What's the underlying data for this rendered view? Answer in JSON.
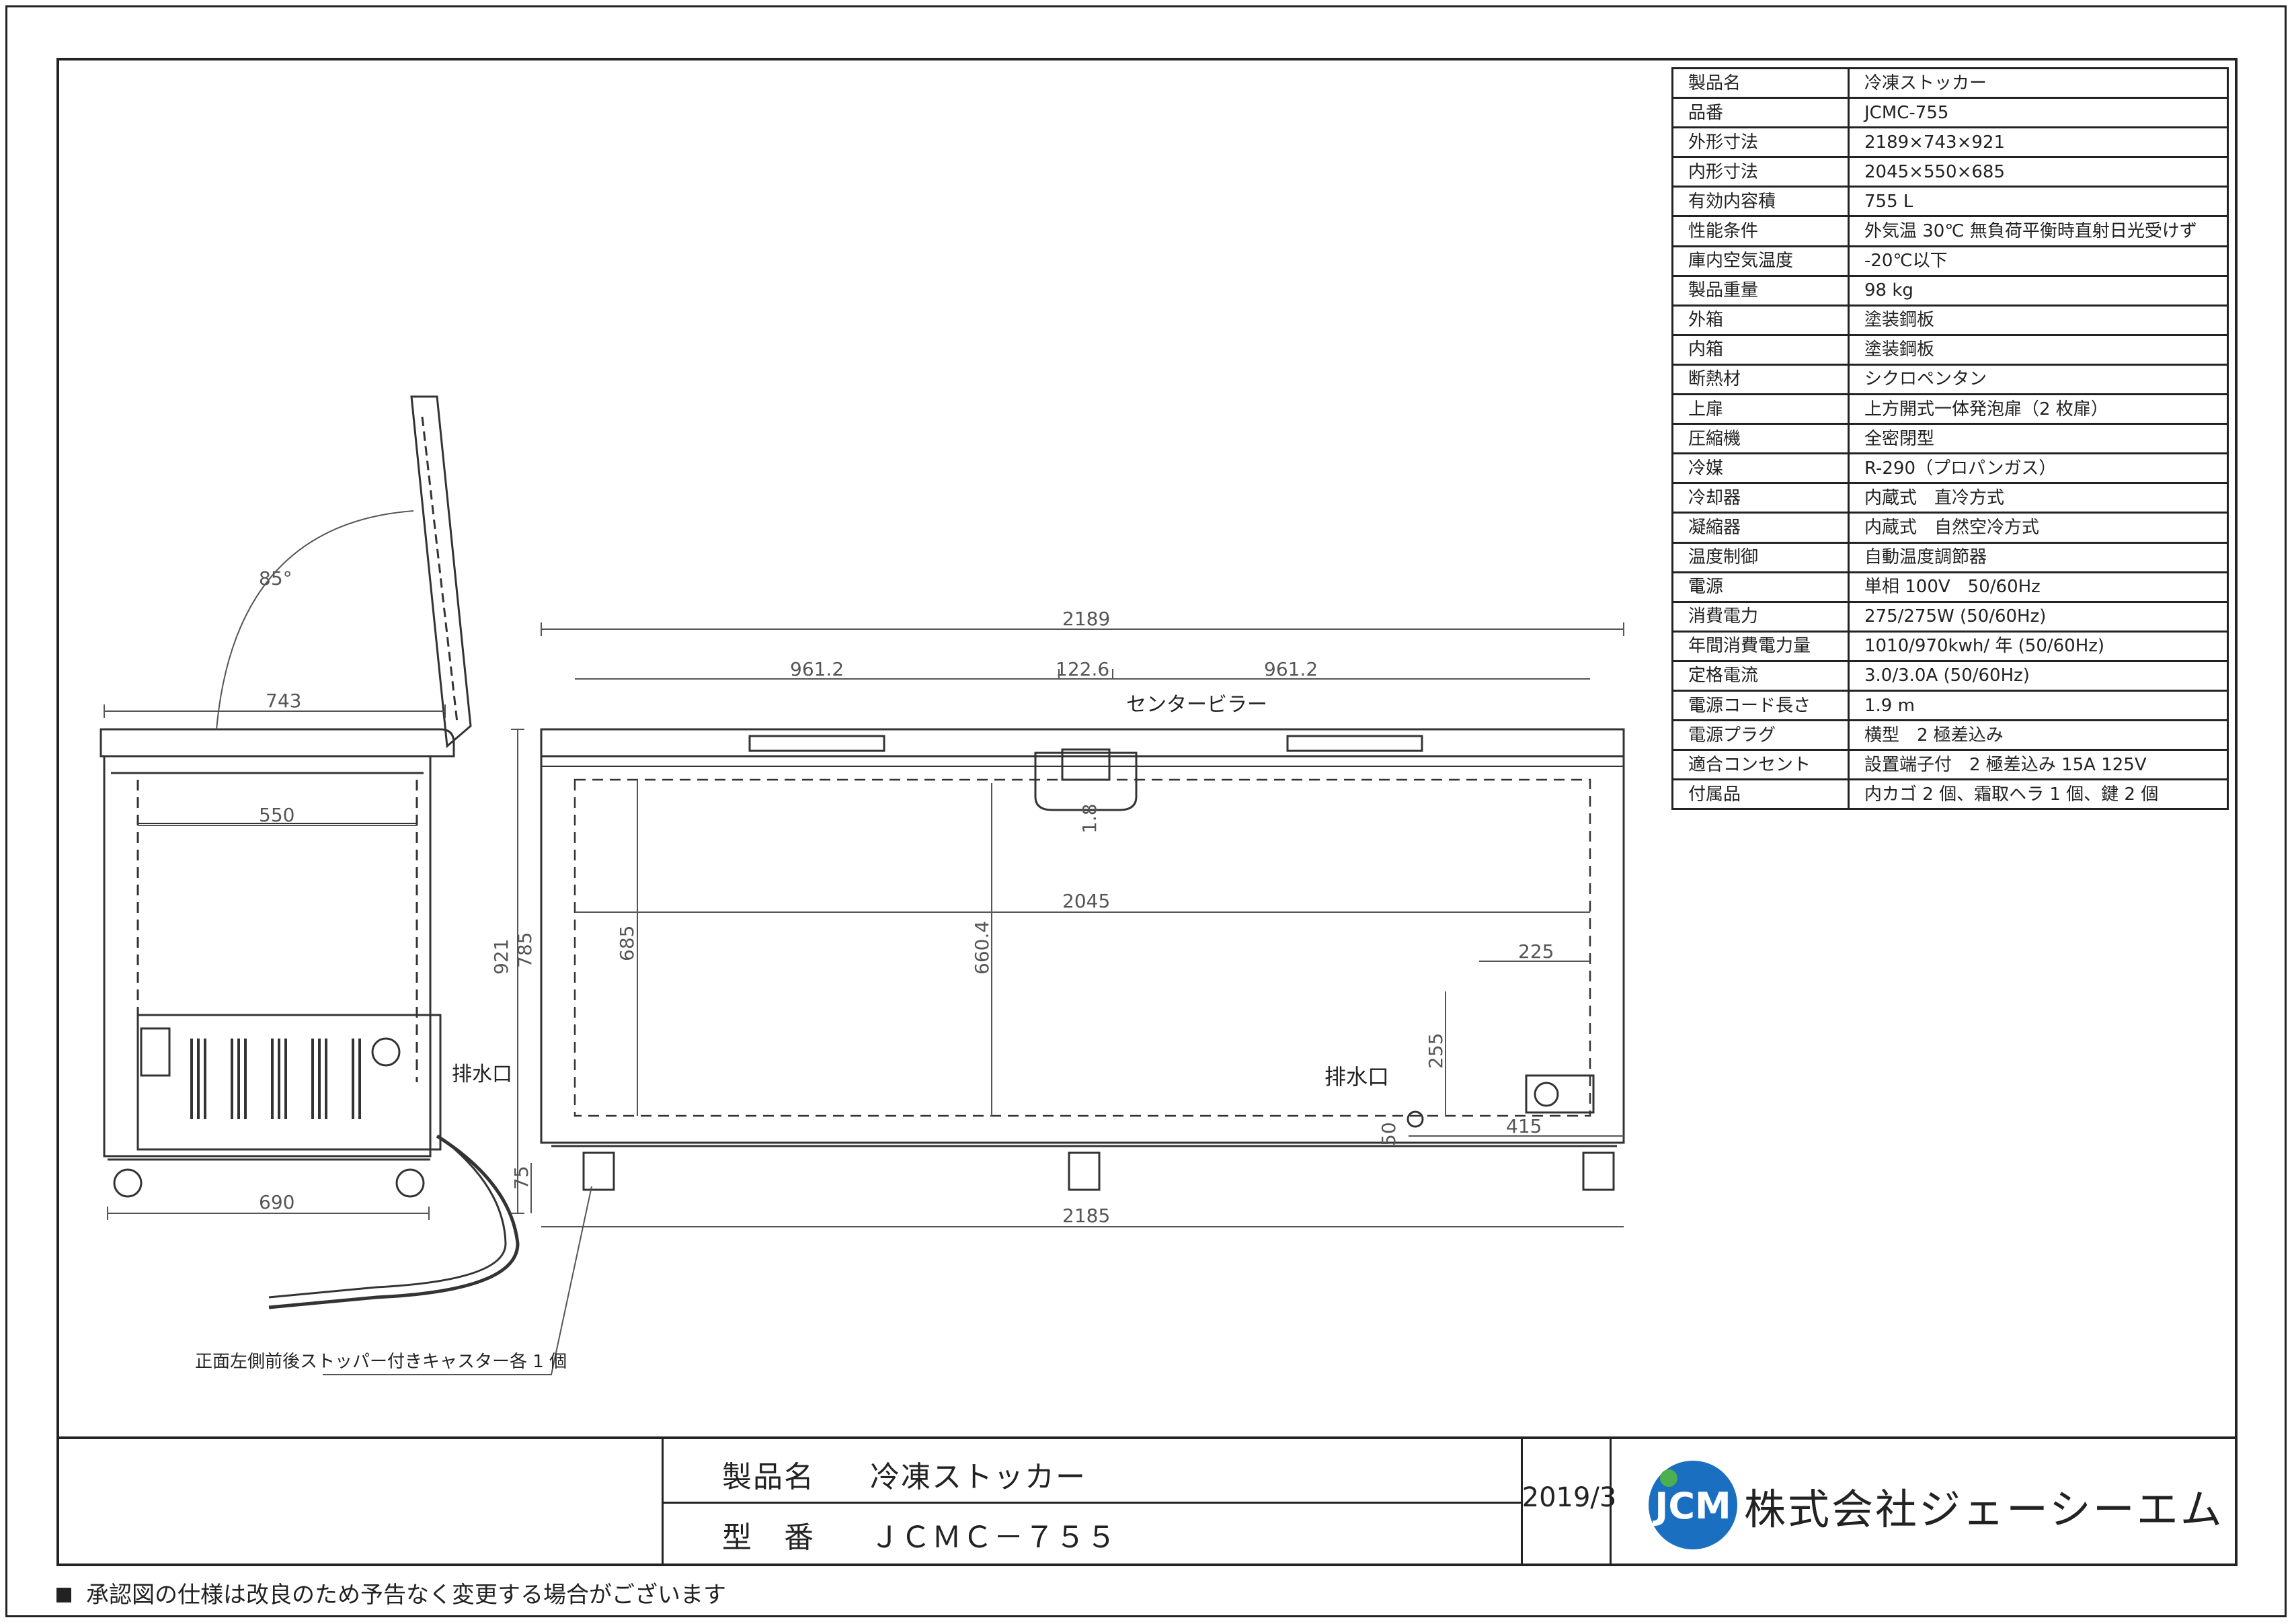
{
  "spec_table": [
    {
      "label": "製品名",
      "value": "冷凍ストッカー"
    },
    {
      "label": "品番",
      "value": "JCMC-755"
    },
    {
      "label": "外形寸法",
      "value": "2189×743×921"
    },
    {
      "label": "内形寸法",
      "value": "2045×550×685"
    },
    {
      "label": "有効内容積",
      "value": "755 L"
    },
    {
      "label": "性能条件",
      "value": "外気温 30℃ 無負荷平衡時直射日光受けず"
    },
    {
      "label": "庫内空気温度",
      "value": "-20℃以下"
    },
    {
      "label": "製品重量",
      "value": "98 kg"
    },
    {
      "label": "外箱",
      "value": "塗装鋼板"
    },
    {
      "label": "内箱",
      "value": "塗装鋼板"
    },
    {
      "label": "断熱材",
      "value": "シクロペンタン"
    },
    {
      "label": "上扉",
      "value": "上方開式一体発泡扉（2 枚扉）"
    },
    {
      "label": "圧縮機",
      "value": "全密閉型"
    },
    {
      "label": "冷媒",
      "value": "R-290（プロパンガス）"
    },
    {
      "label": "冷却器",
      "value": "内蔵式　直冷方式"
    },
    {
      "label": "凝縮器",
      "value": "内蔵式　自然空冷方式"
    },
    {
      "label": "温度制御",
      "value": "自動温度調節器"
    },
    {
      "label": "電源",
      "value": "単相 100V　50/60Hz"
    },
    {
      "label": "消費電力",
      "value": "275/275W (50/60Hz)"
    },
    {
      "label": "年間消費電力量",
      "value": "1010/970kwh/ 年 (50/60Hz)"
    },
    {
      "label": "定格電流",
      "value": "3.0/3.0A (50/60Hz)"
    },
    {
      "label": "電源コード長さ",
      "value": "1.9 m"
    },
    {
      "label": "電源プラグ",
      "value": "横型　2 極差込み"
    },
    {
      "label": "適合コンセント",
      "value": "設置端子付　2 極差込み 15A 125V"
    },
    {
      "label": "付属品",
      "value": "内カゴ 2 個、霜取ヘラ 1 個、鍵 2 個"
    }
  ],
  "drawing": {
    "side_dims": {
      "lid_angle": "85°",
      "depth": "743",
      "inner_depth": "550",
      "base_depth": "690"
    },
    "front_dims": {
      "width": "2189",
      "lid_left": "961.2",
      "pillar": "122.6",
      "lid_right": "961.2",
      "inner_width": "2045",
      "pillar_offset": "1.8",
      "height_total": "921",
      "height_body": "785",
      "inner_height": "685",
      "pillar_height": "660.4",
      "caster_height": "75",
      "drain_height": "50",
      "drain_offset": "415",
      "ctrl_width": "225",
      "ctrl_height": "255",
      "base_width": "2185"
    },
    "labels": {
      "center_pillar": "センタービラー",
      "drain_side": "排水口",
      "drain_front": "排水口",
      "caster_note": "正面左側前後ストッパー付きキャスター各 1 個"
    }
  },
  "title_block": {
    "name_label": "製品名",
    "name_value": "冷凍ストッカー",
    "model_label": "型　番",
    "model_value": "ＪＣＭＣ－７５５",
    "date": "2019/3",
    "logo_text": "JCM",
    "company": "株式会社ジェーシーエム"
  },
  "footer_note": "承認図の仕様は改良のため予告なく変更する場合がございます",
  "colors": {
    "line": "#222222",
    "logo_blue": "#1a6fc0",
    "logo_green": "#4caf50"
  }
}
